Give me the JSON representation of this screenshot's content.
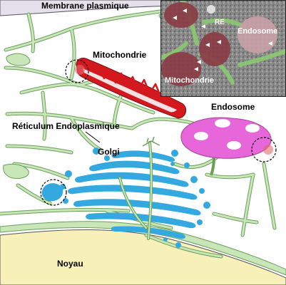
{
  "labels": {
    "membrane": "Membrane plasmique",
    "mitochondria": "Mitochondrie",
    "er": "Réticulum Endoplasmique",
    "golgi": "Golgi",
    "endosome": "Endosome",
    "nucleus": "Noyau"
  },
  "inset": {
    "re": "RE",
    "endosome": "Endosome",
    "mitochondria": "Mitochondrie"
  },
  "colors": {
    "er_green": "#c8e6b8",
    "er_outline": "#6aa05a",
    "golgi_blue": "#33a9e0",
    "mito_red": "#d4191e",
    "endosome_pink": "#e766d9",
    "nucleus_yellow": "#f7f0b8",
    "membrane_gray": "#e4e1ec",
    "contact_glow": "#e26b70"
  }
}
